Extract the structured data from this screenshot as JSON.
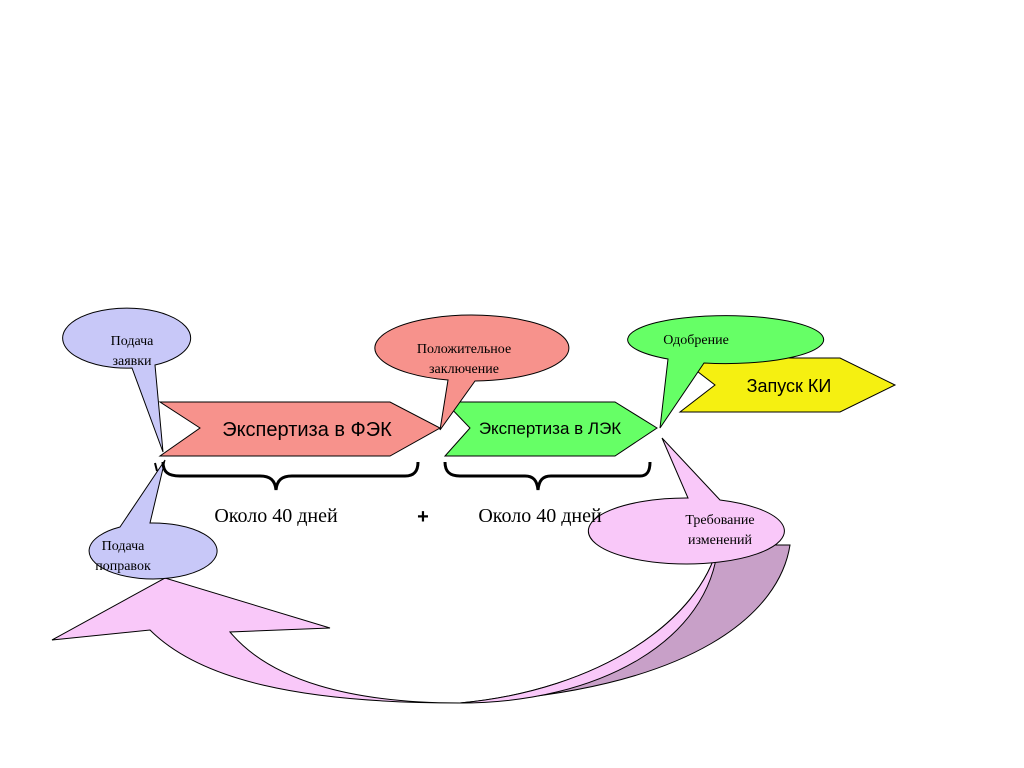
{
  "colors": {
    "fec": "#f7928c",
    "lec": "#66ff66",
    "launch": "#f5f011",
    "submit": "#c8c8f8",
    "positive": "#f7928c",
    "approval": "#66ff66",
    "changes": "#f9c8f9",
    "return_arrow_light": "#f9c8f9",
    "return_arrow_dark": "#c8a0c8"
  },
  "steps": {
    "fec": "Экспертиза в ФЭК",
    "lec": "Экспертиза в ЛЭК",
    "launch": "Запуск КИ"
  },
  "callouts": {
    "submit_application": [
      "Подача",
      "заявки"
    ],
    "positive_conclusion": [
      "Положительное",
      "заключение"
    ],
    "approval": "Одобрение",
    "change_request": [
      "Требование",
      "изменений"
    ],
    "submit_amendments": [
      "Подача",
      "поправок"
    ]
  },
  "durations": {
    "fec": "Около 40 дней",
    "plus": "+",
    "lec": "Около 40 дней"
  }
}
